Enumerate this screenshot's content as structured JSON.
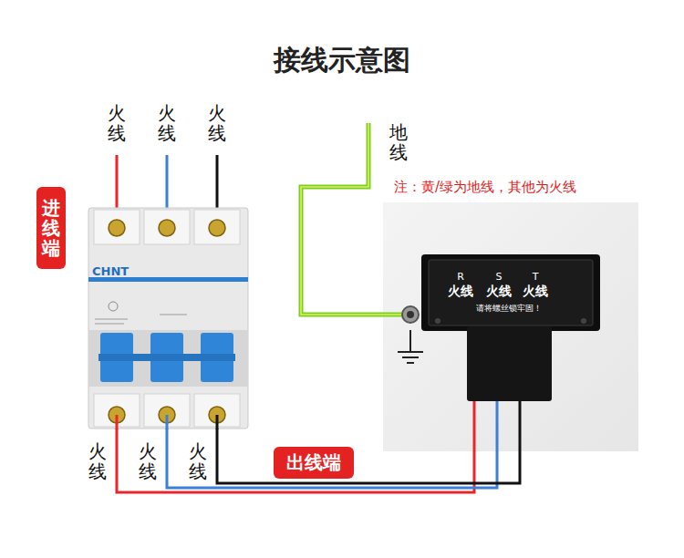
{
  "diagram": {
    "title": "接线示意图",
    "nodes": [
      {
        "text": [
          "进线端"
        ]
      },
      {
        "text": [
          "CHNT"
        ]
      },
      {
        "text": [
          "R",
          "火线",
          "S",
          "火线",
          "T",
          "火线",
          "请将螺丝锁牢固！"
        ]
      },
      {
        "text": [
          "出线端"
        ]
      }
    ],
    "edges": [
      {
        "from": 1,
        "to": 2,
        "arrow": "none"
      },
      {
        "from": 1,
        "to": 2,
        "arrow": "none"
      },
      {
        "from": 1,
        "to": 2,
        "arrow": "none"
      }
    ],
    "labels": [
      "火线",
      "火线",
      "火线",
      "地线",
      "注：黄/绿为地线，其他为火线",
      "火线",
      "火线",
      "火线"
    ]
  }
}
